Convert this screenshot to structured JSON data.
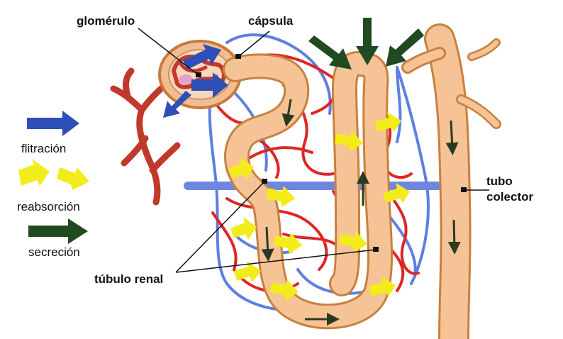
{
  "labels": {
    "glomerulo": "glomérulo",
    "capsula": "cápsula",
    "tubulo_renal": "túbulo renal",
    "tubo": "tubo",
    "colector": "colector"
  },
  "legend": {
    "filtracion": "flitración",
    "reabsorcion": "reabsorción",
    "secrecion": "secreción"
  },
  "colors": {
    "filtration_arrow": "#2f4fb8",
    "reabsorption_arrow": "#f2ec1a",
    "secretion_arrow": "#1f4a22",
    "tubule": "#f5c396",
    "tubule_outline": "#c8803f",
    "artery": "#e02525",
    "vein": "#5f7fe0",
    "arteriole": "#c0392b"
  },
  "icons": [
    "filtration-arrow-icon",
    "reabsorption-arrow-icon",
    "secretion-arrow-icon"
  ]
}
